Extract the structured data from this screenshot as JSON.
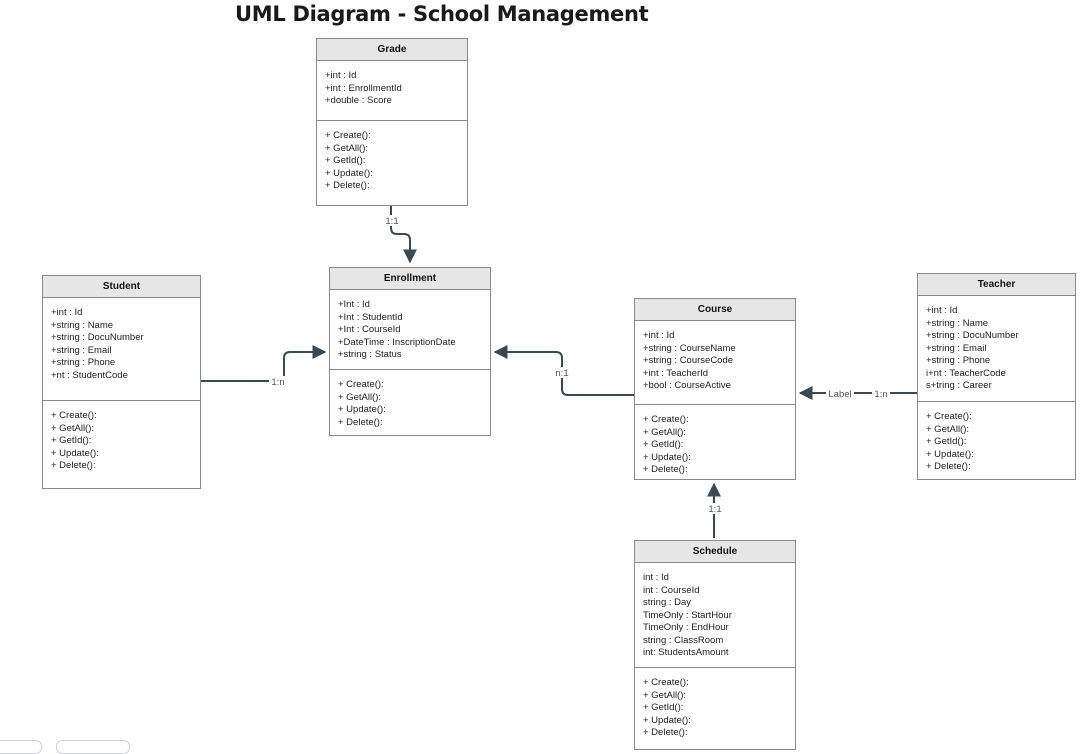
{
  "title": "UML Diagram - School Management",
  "colors": {
    "connector": "#3a4a55",
    "header_bg": "#e6e6e6",
    "border": "#8a8a8a"
  },
  "classes": {
    "grade": {
      "name": "Grade",
      "attributes": [
        "+int : Id",
        "+int : EnrollmentId",
        "+double : Score"
      ],
      "methods": [
        "+ Create():",
        "+ GetAll():",
        "+ GetId():",
        "+ Update():",
        "+ Delete():"
      ]
    },
    "enrollment": {
      "name": "Enrollment",
      "attributes": [
        "+Int : Id",
        "+Int : StudentId",
        "+Int : CourseId",
        "+DateTime : InscriptionDate",
        "+string : Status"
      ],
      "methods": [
        "+ Create():",
        "+ GetAll():",
        "+ Update():",
        "+ Delete():"
      ]
    },
    "student": {
      "name": "Student",
      "attributes": [
        "+int : Id",
        "+string : Name",
        "+string : DocuNumber",
        "+string : Email",
        "+string : Phone",
        "+nt : StudentCode"
      ],
      "methods": [
        "+ Create():",
        "+ GetAll():",
        "+ GetId():",
        "+ Update():",
        "+ Delete():"
      ]
    },
    "course": {
      "name": "Course",
      "attributes": [
        "+int : Id",
        "+string : CourseName",
        "+string : CourseCode",
        "+int : TeacherId",
        "+bool : CourseActive"
      ],
      "methods": [
        "+ Create():",
        "+ GetAll():",
        "+ GetId():",
        "+ Update():",
        "+ Delete():"
      ]
    },
    "teacher": {
      "name": "Teacher",
      "attributes": [
        "+int : Id",
        "+string : Name",
        "+string : DocuNumber",
        "+string : Email",
        "+string : Phone",
        "i+nt : TeacherCode",
        "s+tring : Career"
      ],
      "methods": [
        "+ Create():",
        "+ GetAll():",
        "+ GetId():",
        "+ Update():",
        "+ Delete():"
      ]
    },
    "schedule": {
      "name": "Schedule",
      "attributes": [
        "int : Id",
        "int : CourseId",
        "string : Day",
        "TimeOnly : StartHour",
        "TimeOnly : EndHour",
        "string : ClassRoom",
        "int: StudentsAmount"
      ],
      "methods": [
        "+ Create():",
        "+ GetAll():",
        "+ GetId():",
        "+ Update():",
        "+ Delete():"
      ]
    }
  },
  "relations": {
    "grade_enrollment": "1:1",
    "student_enrollment": "1:n",
    "course_enrollment": "n:1",
    "teacher_course": "1:n",
    "teacher_course_label": "Label",
    "schedule_course": "1:1"
  }
}
